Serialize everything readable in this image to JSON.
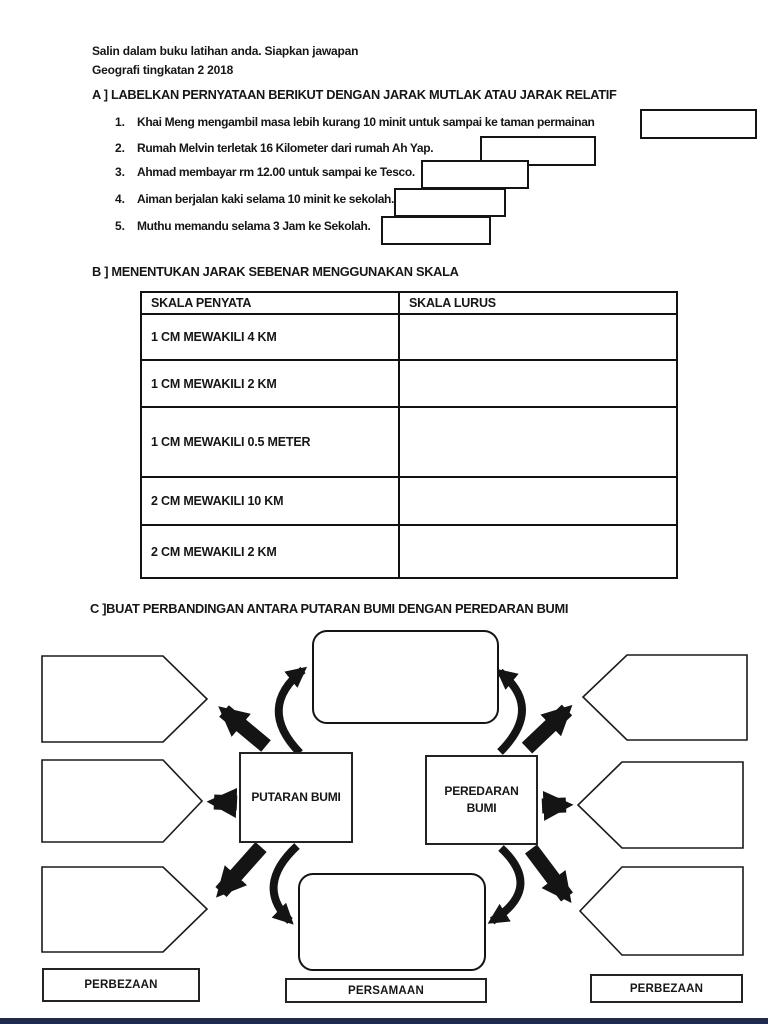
{
  "header": {
    "line1": "Salin dalam buku latihan anda. Siapkan jawapan",
    "line2": "Geografi tingkatan 2 2018"
  },
  "section_a": {
    "heading": "A ] LABELKAN PERNYATAAN BERIKUT DENGAN JARAK MUTLAK ATAU JARAK RELATIF",
    "items": [
      {
        "num": "1.",
        "text": "Khai Meng mengambil masa lebih kurang 10 minit untuk sampai ke taman permainan"
      },
      {
        "num": "2.",
        "text": "Rumah Melvin terletak 16 Kilometer dari rumah Ah Yap."
      },
      {
        "num": "3.",
        "text": "Ahmad membayar rm 12.00 untuk sampai ke Tesco."
      },
      {
        "num": "4.",
        "text": "Aiman berjalan kaki selama 10 minit ke sekolah."
      },
      {
        "num": "5.",
        "text": "Muthu memandu selama 3 Jam ke Sekolah."
      }
    ]
  },
  "section_b": {
    "heading": "B ] MENENTUKAN JARAK SEBENAR MENGGUNAKAN SKALA",
    "table": {
      "headers": [
        "SKALA PENYATA",
        "SKALA LURUS"
      ],
      "rows": [
        "1 CM MEWAKILI 4 KM",
        "1 CM MEWAKILI 2 KM",
        "1 CM MEWAKILI 0.5 METER",
        "2 CM MEWAKILI 10 KM",
        "2 CM MEWAKILI 2 KM"
      ]
    }
  },
  "section_c": {
    "heading": "C ]BUAT PERBANDINGAN ANTARA PUTARAN BUMI DENGAN PEREDARAN BUMI",
    "diagram": {
      "left_node": "PUTARAN BUMI",
      "right_node": "PEREDARAN BUMI",
      "bottom_labels": [
        "PERBEZAAN",
        "PERSAMAAN",
        "PERBEZAAN"
      ]
    }
  },
  "colors": {
    "ink": "#161616",
    "page_bg": "#ffffff",
    "footer_bar": "#1e2b4e"
  }
}
